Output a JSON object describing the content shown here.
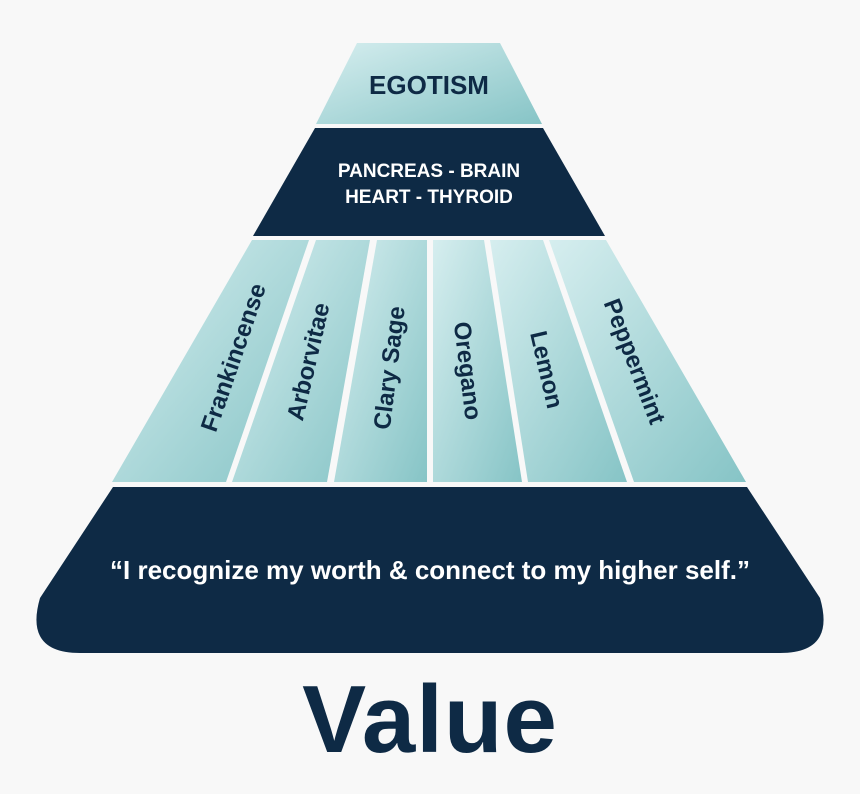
{
  "colors": {
    "navy": "#0e2a45",
    "teal_light": "#cfe9ea",
    "teal_mid": "#8ec9cb",
    "background": "#f8f8f8"
  },
  "pyramid": {
    "top": {
      "label": "EGOTISM"
    },
    "organs": {
      "line1": "PANCREAS - BRAIN",
      "line2": "HEART - THYROID"
    },
    "oils": [
      "Frankincense",
      "Arborvitae",
      "Clary Sage",
      "Oregano",
      "Lemon",
      "Peppermint"
    ],
    "affirmation": "“I recognize my worth & connect to my higher self.”"
  },
  "title": "Value"
}
